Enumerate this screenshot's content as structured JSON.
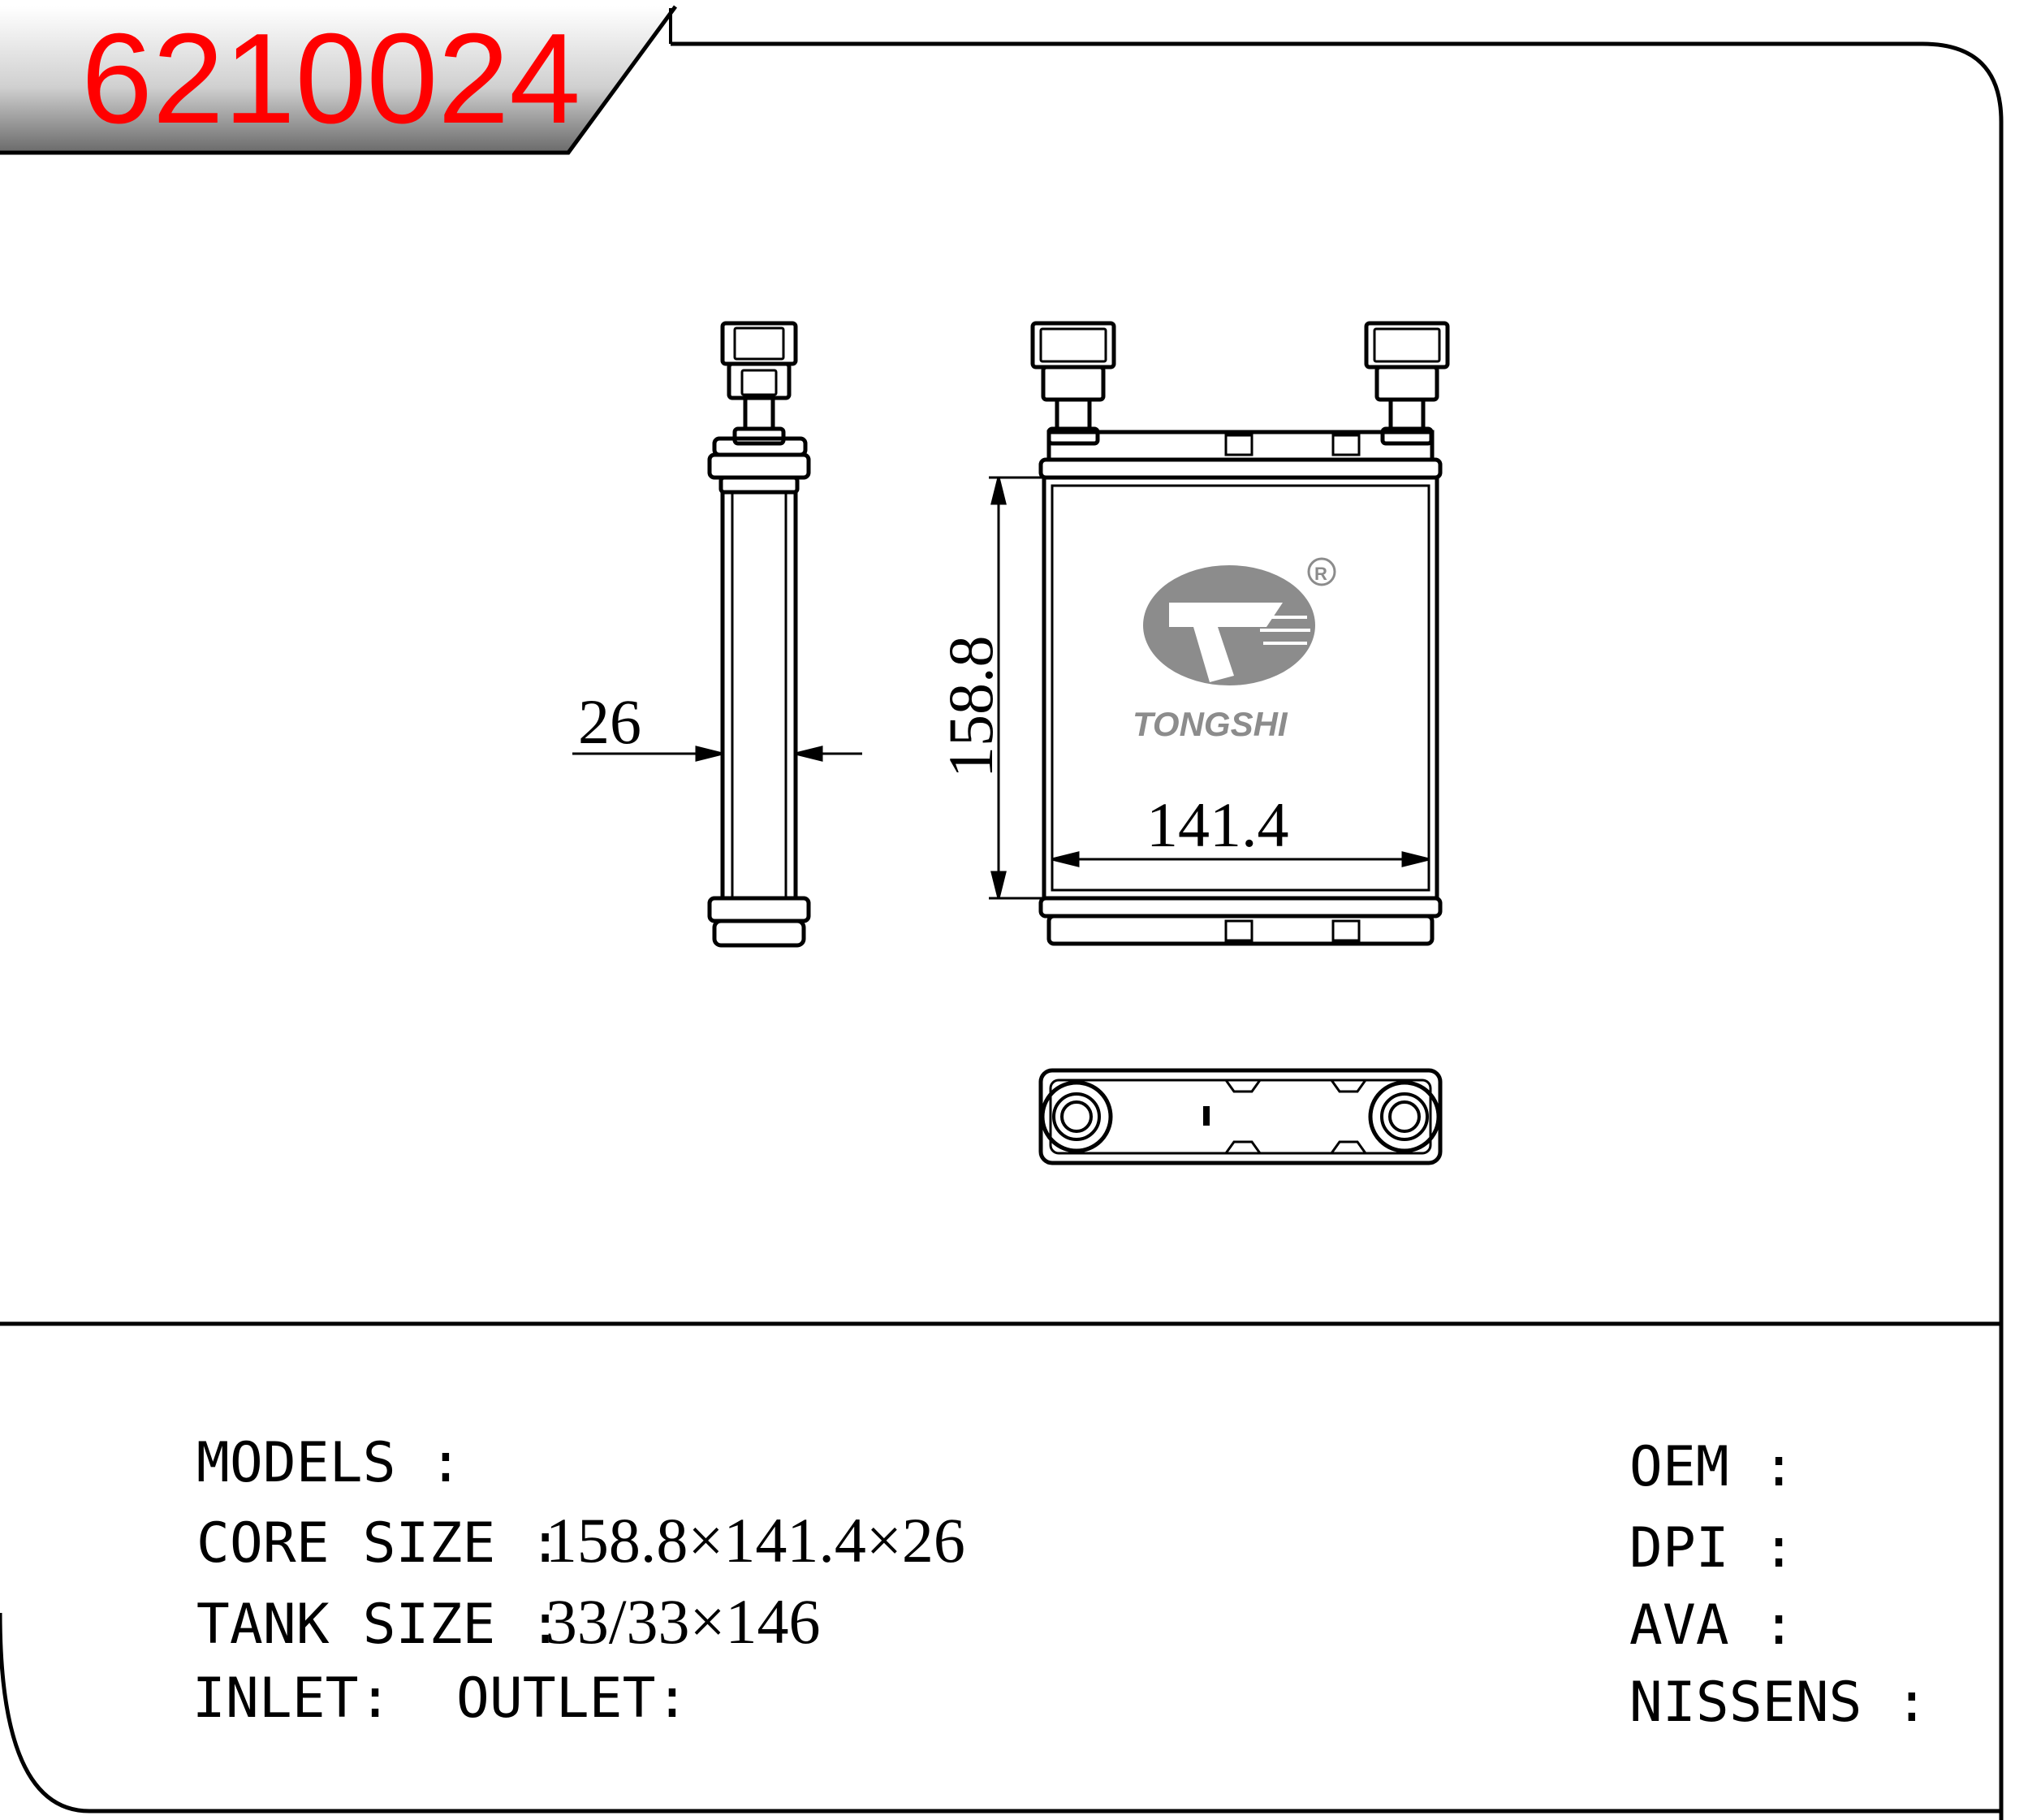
{
  "header": {
    "part_number": "6210024"
  },
  "drawing": {
    "dimensions": {
      "width_side": "26",
      "height": "158.8",
      "width_front": "141.4"
    },
    "logo": {
      "brand": "TONGSHI",
      "registered_mark": "R"
    }
  },
  "specs": {
    "models_label": "MODELS :",
    "models_value": "",
    "core_size_label": "CORE SIZE :",
    "core_size_value": "158.8×141.4×26",
    "tank_size_label": "TANK SIZE :",
    "tank_size_value": "33/33×146",
    "inlet_label": "INLET:",
    "outlet_label": "OUTLET:",
    "oem_label": "OEM :",
    "dpi_label": "DPI :",
    "ava_label": "AVA :",
    "nissens_label": "NISSENS :"
  },
  "colors": {
    "accent": "#ff0000",
    "line": "#000000",
    "logo": "#8c8c8c"
  }
}
